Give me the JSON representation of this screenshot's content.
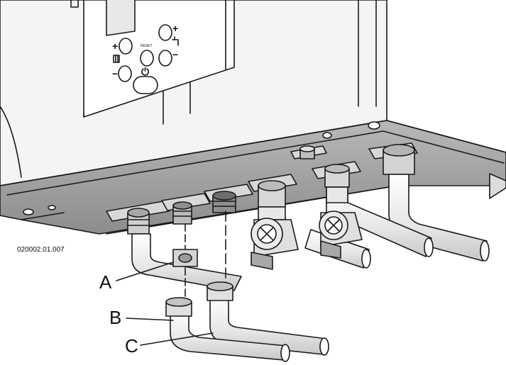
{
  "figure": {
    "reference_code": "020002.01.007",
    "callouts": [
      {
        "letter": "A"
      },
      {
        "letter": "B"
      },
      {
        "letter": "C"
      }
    ],
    "panel": {
      "plus_symbol": "+",
      "minus_symbol": "−",
      "power_symbol": "⏻",
      "reset_text": "RESET"
    },
    "colors": {
      "outline": "#1a1a1a",
      "body_shade": "#f2f2f2",
      "panel_dark": "#cfcfcf",
      "tray": "#9e9e9e",
      "pipe": "#ececec"
    }
  }
}
